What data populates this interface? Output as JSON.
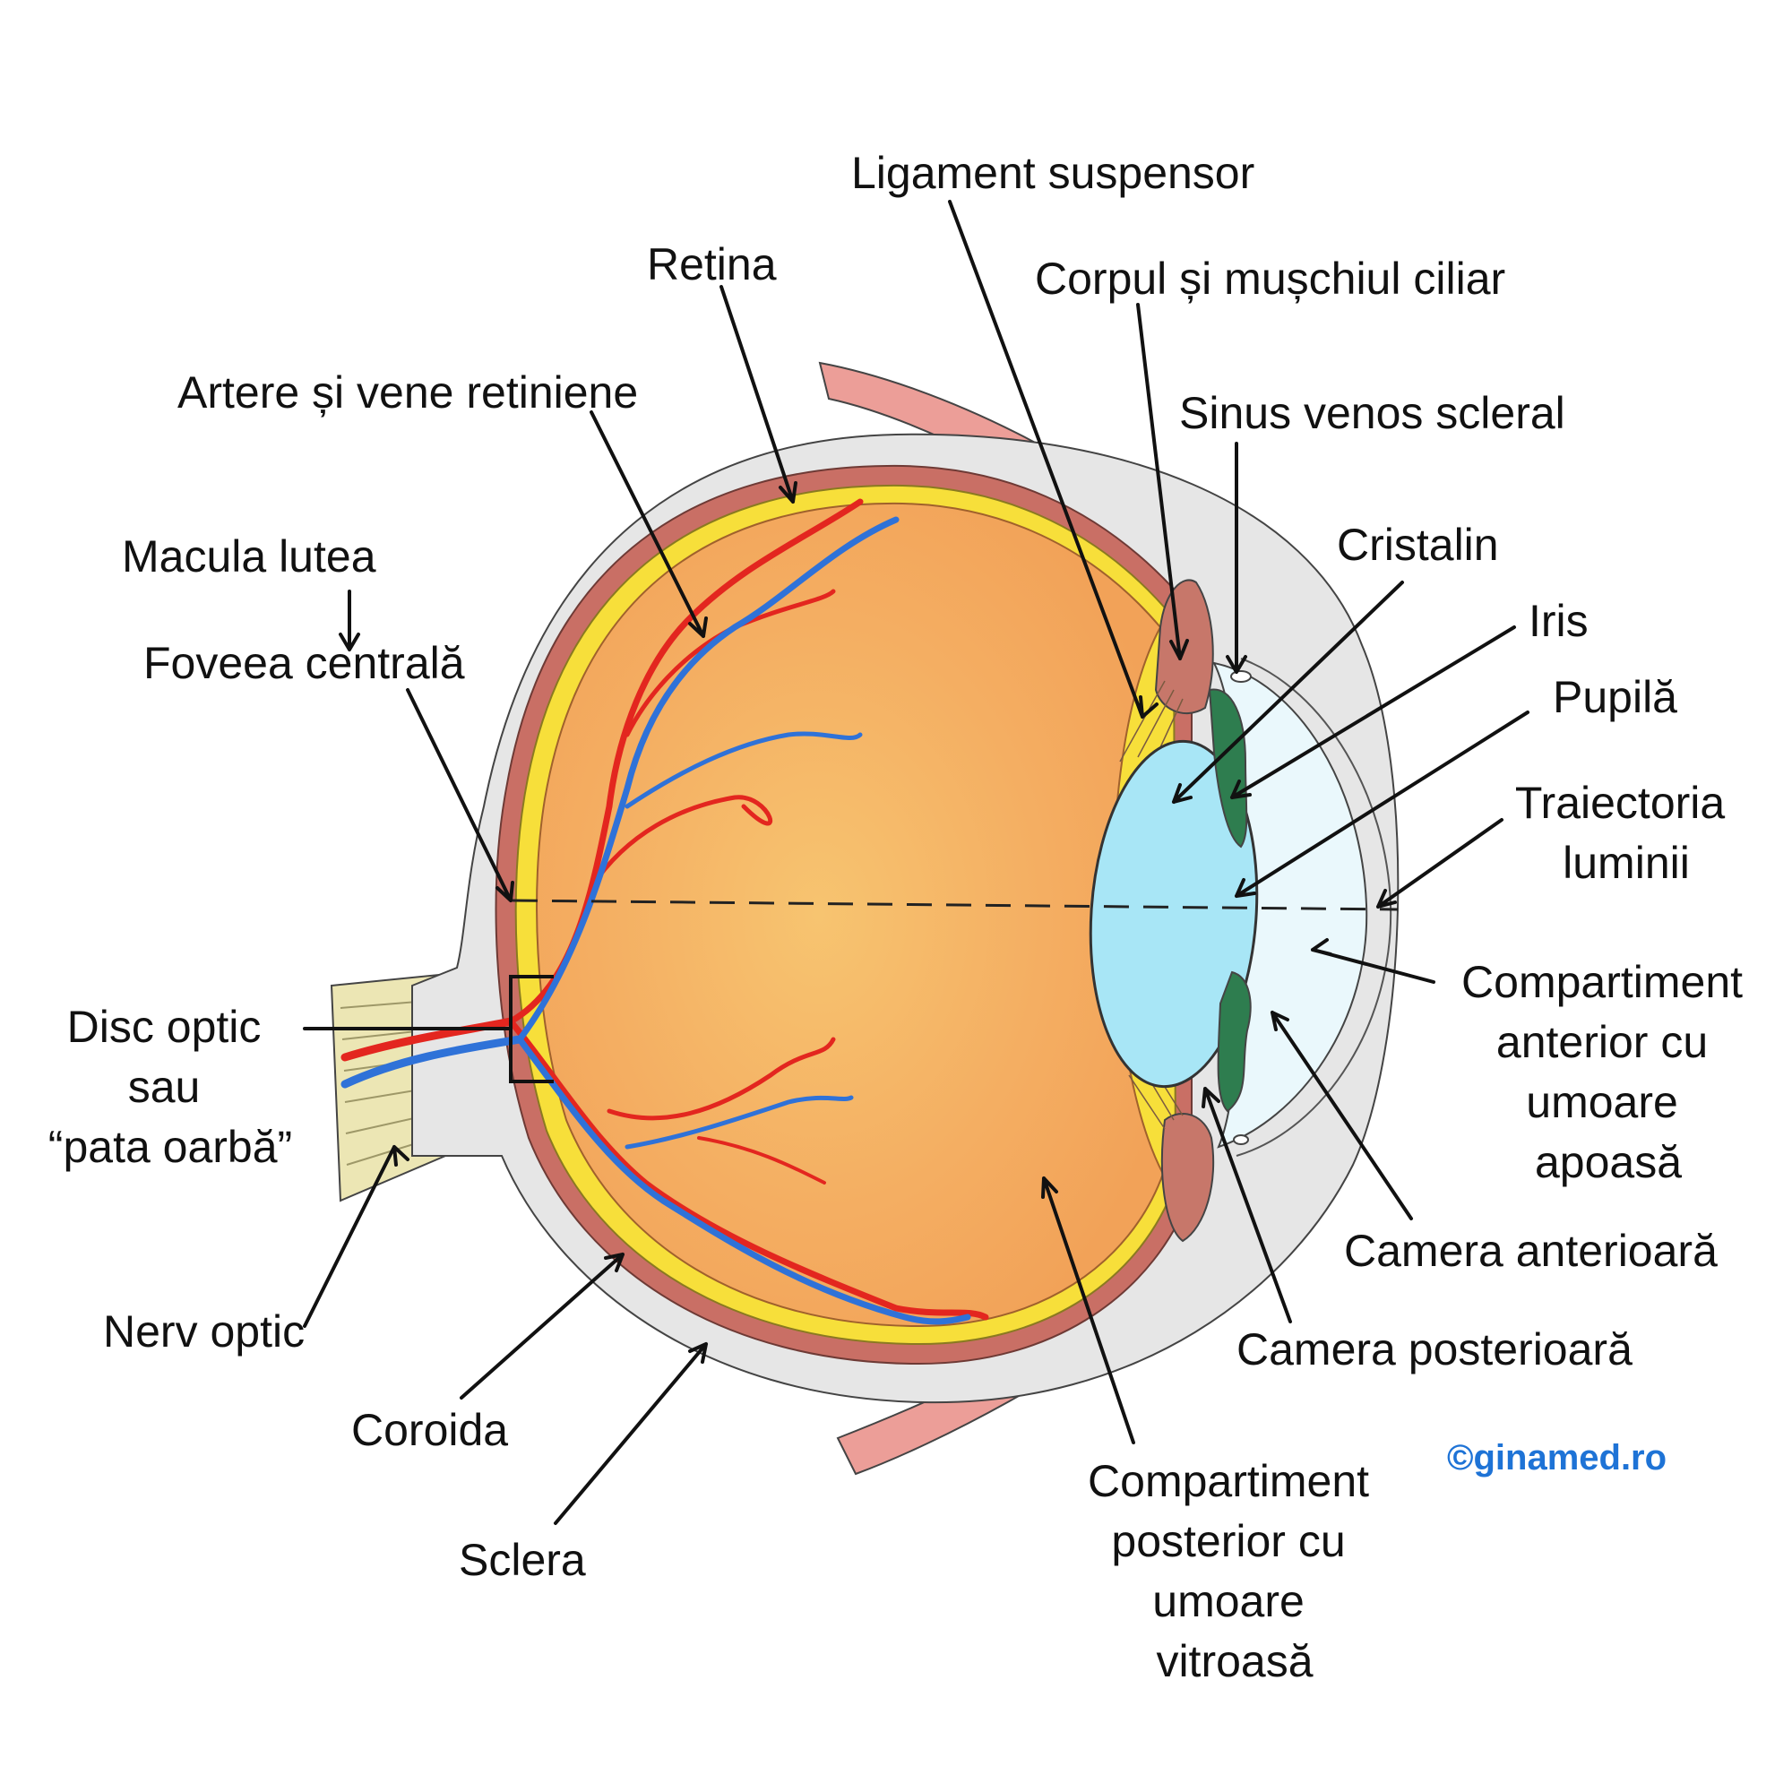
{
  "labels": {
    "ligament": "Ligament suspensor",
    "ciliar": "Corpul și mușchiul ciliar",
    "retina": "Retina",
    "vessels": "Artere și vene retiniene",
    "sinus": "Sinus venos scleral",
    "cristalin": "Cristalin",
    "macula": "Macula lutea",
    "iris": "Iris",
    "fovea": "Foveea centrală",
    "pupila": "Pupilă",
    "traiectoria": [
      "Traiectoria",
      "luminii"
    ],
    "disc": [
      "Disc optic",
      "sau",
      "“pata oarbă”"
    ],
    "comp_ant": [
      "Compartiment",
      "anterior cu",
      "umoare",
      "apoasă"
    ],
    "cam_ant": "Camera anterioară",
    "nerv": "Nerv optic",
    "cam_post": "Camera posterioară",
    "coroida": "Coroida",
    "sclera": "Sclera",
    "comp_post": [
      "Compartiment",
      "posterior cu",
      "umoare",
      "vitroasă"
    ]
  },
  "watermark": "©ginamed.ro",
  "colors": {
    "sclera": "#e6e6e6",
    "choroid": "#c96f65",
    "retina": "#f7df3a",
    "vitreous": "#f2a55e",
    "vitreous_center": "#f6bf6c",
    "lens": "#a8e6f6",
    "anterior_chamber": "#eaf8fc",
    "iris": "#2e7d4f",
    "ciliary": "#c7776a",
    "artery": "#e3261f",
    "vein": "#2f72d8",
    "optic_nerve": "#ece6b4",
    "muscle": "#ec9e98",
    "brand": "#1e73d6"
  }
}
